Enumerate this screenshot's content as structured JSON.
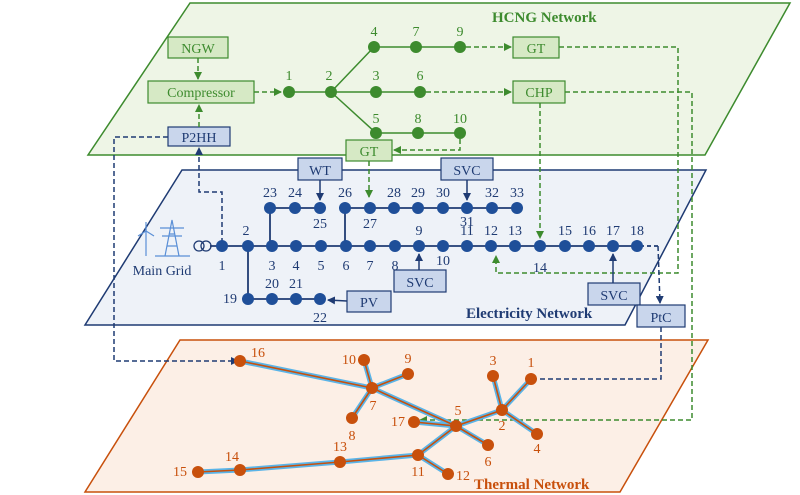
{
  "hcng": {
    "title": "HCNG Network",
    "box_ngw": "NGW",
    "box_compressor": "Compressor",
    "box_gt_top": "GT",
    "box_chp": "CHP",
    "box_p2hh": "P2HH",
    "box_gt_bottom": "GT",
    "nodes": {
      "n1": "1",
      "n2": "2",
      "n3": "3",
      "n4": "4",
      "n5": "5",
      "n6": "6",
      "n7": "7",
      "n8": "8",
      "n9": "9",
      "n10": "10"
    }
  },
  "electricity": {
    "title": "Electricity Network",
    "main_grid": "Main Grid",
    "box_wt": "WT",
    "box_svc_top": "SVC",
    "box_svc_mid": "SVC",
    "box_svc_right": "SVC",
    "box_pv": "PV",
    "box_ptc": "PtC",
    "buses": {
      "b1": "1",
      "b2": "2",
      "b3": "3",
      "b4": "4",
      "b5": "5",
      "b6": "6",
      "b7": "7",
      "b8": "8",
      "b9": "9",
      "b10": "10",
      "b11": "11",
      "b12": "12",
      "b13": "13",
      "b14": "14",
      "b15": "15",
      "b16": "16",
      "b17": "17",
      "b18": "18",
      "b19": "19",
      "b20": "20",
      "b21": "21",
      "b22": "22",
      "b23": "23",
      "b24": "24",
      "b25": "25",
      "b26": "26",
      "b27": "27",
      "b28": "28",
      "b29": "29",
      "b30": "30",
      "b31": "31",
      "b32": "32",
      "b33": "33"
    }
  },
  "thermal": {
    "title": "Thermal Network",
    "nodes": {
      "t1": "1",
      "t2": "2",
      "t3": "3",
      "t4": "4",
      "t5": "5",
      "t6": "6",
      "t7": "7",
      "t8": "8",
      "t9": "9",
      "t10": "10",
      "t11": "11",
      "t12": "12",
      "t13": "13",
      "t14": "14",
      "t15": "15",
      "t16": "16",
      "t17": "17"
    }
  },
  "colors": {
    "gas": "#3d8b2e",
    "gas_fill": "#eef5e6",
    "gas_box": "#d6e9c5",
    "elec": "#1f3b73",
    "elec_fill": "#eef2f8",
    "elec_node": "#1f4f99",
    "elec_box": "#c9d6ec",
    "heat": "#c8500c",
    "heat_fill": "#fcefe6",
    "pipe": "#5ab4e8"
  }
}
